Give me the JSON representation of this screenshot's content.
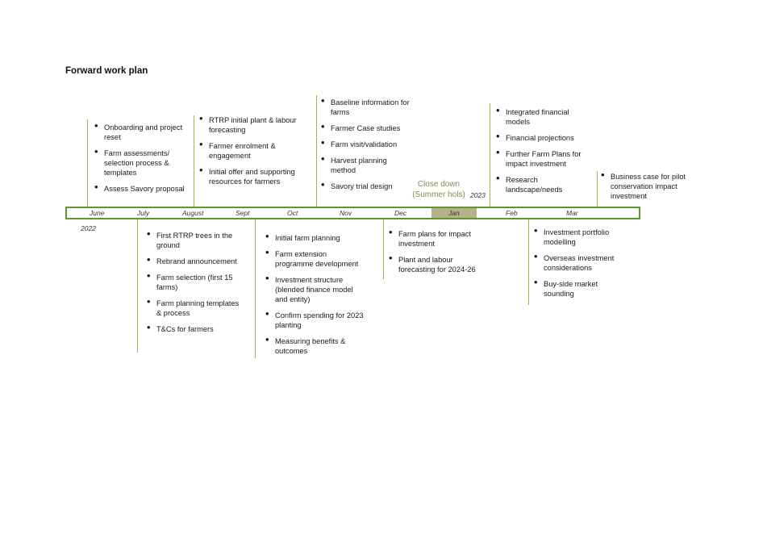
{
  "title": "Forward work plan",
  "months": [
    "June",
    "July",
    "August",
    "Sept",
    "Oct",
    "Nov",
    "Dec",
    "Jan",
    "Feb",
    "Mar"
  ],
  "years": {
    "start": "2022",
    "end": "2023"
  },
  "close_down": {
    "line1": "Close down",
    "line2": "(Summer hols)"
  },
  "above": {
    "june": [
      "Onboarding and project reset",
      "Farm assessments/ selection process & templates",
      "Assess Savory proposal"
    ],
    "august": [
      "RTRP initial plant & labour forecasting",
      "Farmer enrolment & engagement",
      "Initial offer and supporting resources for farmers"
    ],
    "nov": [
      "Baseline information for farms",
      "Farmer Case studies",
      "Farm visit/validation",
      "Harvest planning method",
      "Savory trial design"
    ],
    "feb": [
      "Integrated financial models",
      "Financial projections",
      "Further Farm Plans for impact investment",
      "Research landscape/needs"
    ],
    "apr": [
      "Business case for pilot conservation impact investment"
    ]
  },
  "below": {
    "july": [
      "First RTRP trees in the ground",
      "Rebrand announcement",
      "Farm selection (first 15 farms)",
      "Farm planning templates & process",
      "T&Cs for farmers"
    ],
    "oct": [
      "Initial farm planning",
      "Farm extension programme development",
      "Investment structure (blended finance model and entity)",
      "Confirm spending for 2023 planting",
      "Measuring benefits & outcomes"
    ],
    "dec": [
      "Farm plans for impact investment",
      "Plant and labour forecasting for 2024-26"
    ],
    "mar": [
      "Investment portfolio modelling",
      "Overseas investment considerations",
      "Buy-side market sounding"
    ]
  }
}
